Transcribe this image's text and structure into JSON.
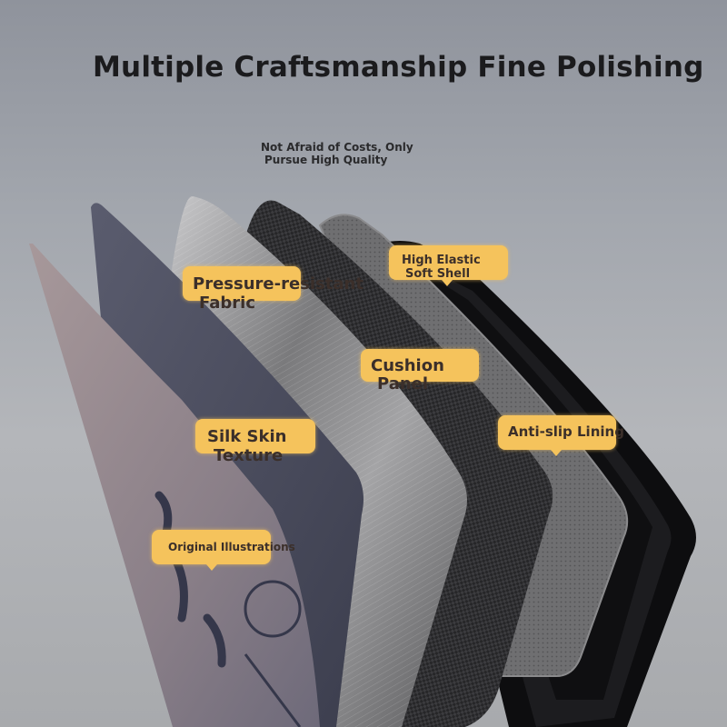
{
  "header": {
    "title": "Multiple Craftsmanship Fine Polishing",
    "subtitle_line1": "Not Afraid of Costs, Only",
    "subtitle_line2": "Pursue High Quality"
  },
  "labels": {
    "pressure_line1": "Pressure-resistant",
    "pressure_line2": "Fabric",
    "elastic_line1": "High Elastic",
    "elastic_line2": "Soft Shell",
    "cushion_line1": "Cushion",
    "cushion_line2": "Panel",
    "silk_line1": "Silk Skin",
    "silk_line2": "Texture",
    "antislip": "Anti-slip Lining",
    "illustration": "Original Illustrations"
  },
  "colors": {
    "background": "#a3a7ae",
    "label_fill": "#f5c35c",
    "outer_cover": "#4a4d5e",
    "brushed_layer": "#8a8a8c",
    "carbon_layer": "#2a2a2c",
    "cushion_layer": "#6b6b6d",
    "shell": "#0e0e10"
  }
}
